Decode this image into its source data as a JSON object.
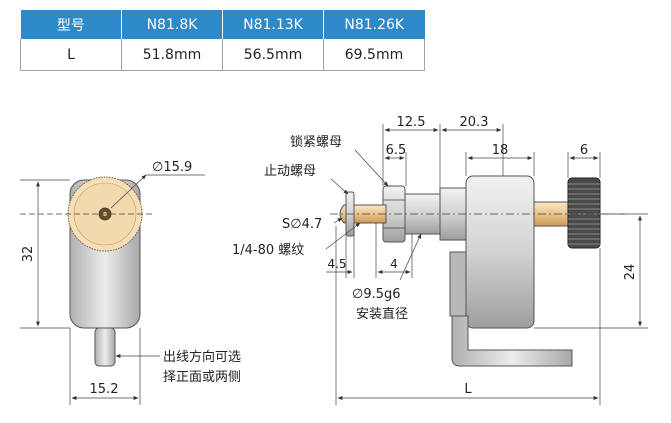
{
  "table": {
    "headers": [
      "型号",
      "N81.8K",
      "N81.13K",
      "N81.26K"
    ],
    "rows": [
      [
        "L",
        "51.8mm",
        "56.5mm",
        "69.5mm"
      ]
    ]
  },
  "drawing": {
    "left_view": {
      "dia_159": "∅15.9",
      "dim_32": "32",
      "dim_152": "15.2",
      "note_line1": "出线方向可选",
      "note_line2": "择正面或两侧"
    },
    "right_view": {
      "dim_125": "12.5",
      "dim_203": "20.3",
      "dim_65": "6.5",
      "dim_18": "18",
      "dim_6": "6",
      "label_lock_nut": "锁紧螺母",
      "label_stop_nut": "止动螺母",
      "label_s47": "S∅4.7",
      "label_thread": "1/4-80 螺纹",
      "dim_45": "4.5",
      "dim_4": "4",
      "dia_95g6": "∅9.5g6",
      "label_mount_dia": "安装直径",
      "dim_24": "24",
      "dim_L": "L"
    }
  }
}
